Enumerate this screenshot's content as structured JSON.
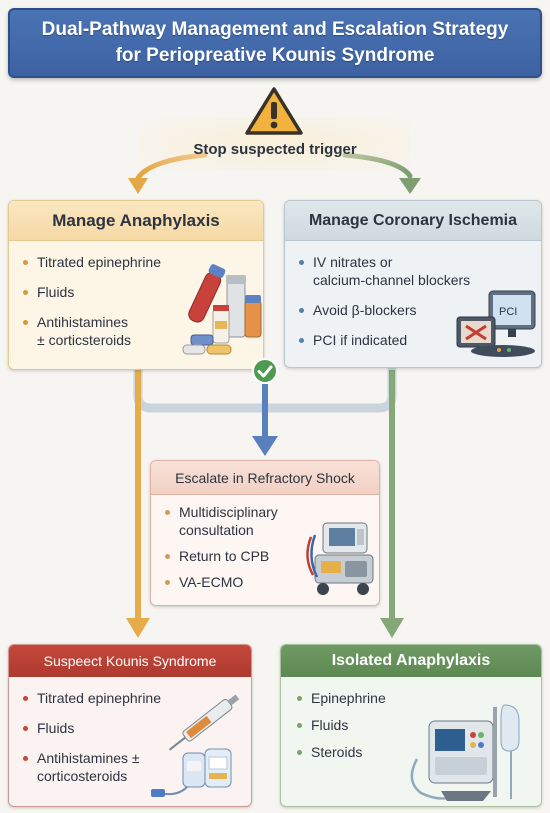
{
  "title": {
    "line1": "Dual-Pathway Management and Escalation Strategy",
    "line2": "for Periopreative Kounis Syndrome"
  },
  "trigger": {
    "label": "Stop suspected trigger",
    "icon": "warning-icon"
  },
  "anaphylaxis": {
    "heading": "Manage Anaphylaxis",
    "items": [
      "Titrated epinephrine",
      "Fluids",
      "Antihistamines",
      "± corticsteroids"
    ],
    "illustration": "medication-vials-icon",
    "color": "#f5d9a5"
  },
  "ischemia": {
    "heading": "Manage Coronary Ischemia",
    "items": [
      "IV nitrates or",
      "calcium-channel blockers",
      "Avoid β-blockers",
      "PCI if indicated"
    ],
    "illustration": "pci-monitor-icon",
    "pci_text": "PCI",
    "color": "#cfdadf"
  },
  "checkmark": "checkmark-icon",
  "escalate": {
    "heading": "Escalate in Refractory Shock",
    "items": [
      "Multidisciplinary",
      "consultation",
      "Return to CPB",
      "VA-ECMO"
    ],
    "illustration": "ecmo-machine-icon",
    "color": "#f1d0c3"
  },
  "kounis": {
    "heading": "Suspeect Kounis Syndrome",
    "items": [
      "Titrated epinephrine",
      "Fluids",
      "Antihistamines ±",
      "corticosteroids"
    ],
    "illustration": "syringe-iv-bags-icon",
    "color": "#c4483b"
  },
  "isolated": {
    "heading": "Isolated Anaphylaxis",
    "items": [
      "Epinephrine",
      "Fluids",
      "Steroids"
    ],
    "illustration": "infusion-pump-icon",
    "color": "#6f9a63"
  }
}
